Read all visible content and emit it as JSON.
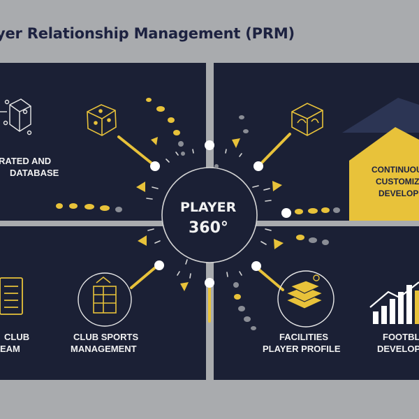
{
  "title": "yer Relationship Management (PRM)",
  "center": {
    "line1": "PLAYER",
    "line2": "360°"
  },
  "panels": {
    "top_left": {
      "line1": "RATED AND",
      "line2": "DATABASE"
    },
    "top_right": {
      "line1": "CONTINUOU",
      "line2": "CUSTOMIZ",
      "line3": "DEVELOP"
    },
    "bottom_left_a": {
      "line1": "CLUB",
      "line2": "EAM"
    },
    "bottom_left_b": {
      "line1": "CLUB SPORTS",
      "line2": "MANAGEMENT"
    },
    "bottom_right_a": {
      "line1": "FACILITIES",
      "line2": "PLAYER PROFILE"
    },
    "bottom_right_b": {
      "line1": "FOOTBL",
      "line2": "DEVELOP"
    }
  },
  "colors": {
    "panel": "#1b2035",
    "background": "#a9abae",
    "accent": "#e8c23a",
    "text": "#f2f2f2",
    "title": "#1d2240"
  },
  "icons": [
    "cube-network-icon",
    "dice-cube-icon",
    "cube-ram-icon",
    "clipboard-icon",
    "building-plan-icon",
    "stacked-layers-icon",
    "bar-chart-trend-icon"
  ]
}
